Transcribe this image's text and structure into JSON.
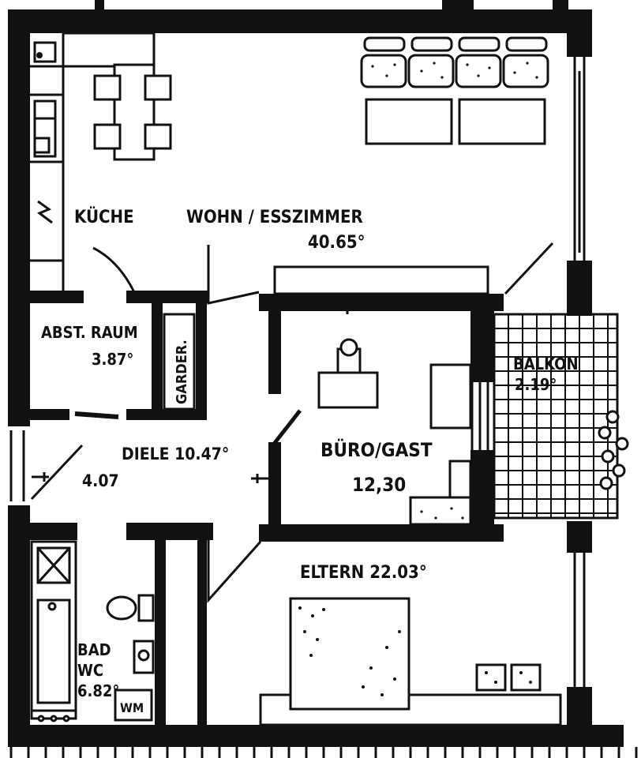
{
  "plan": {
    "rooms": {
      "kueche": {
        "name": "KÜCHE"
      },
      "wohn": {
        "name": "WOHN / ESSZIMMER",
        "area": "40.65°"
      },
      "abst": {
        "name": "ABST. RAUM",
        "area": "3.87°"
      },
      "garderobe": {
        "name": "GARDER."
      },
      "diele": {
        "name": "DIELE 10.47°",
        "sub_area": "4.07"
      },
      "buero": {
        "name": "BÜRO/GAST",
        "area": "12,30"
      },
      "balkon": {
        "name": "BALKON",
        "area": "2.19°"
      },
      "eltern": {
        "name": "ELTERN 22.03°"
      },
      "bad": {
        "name_line1": "BAD",
        "name_line2": "WC",
        "area": "6.82°"
      }
    },
    "fixtures": {
      "washing_machine": "WM"
    }
  }
}
